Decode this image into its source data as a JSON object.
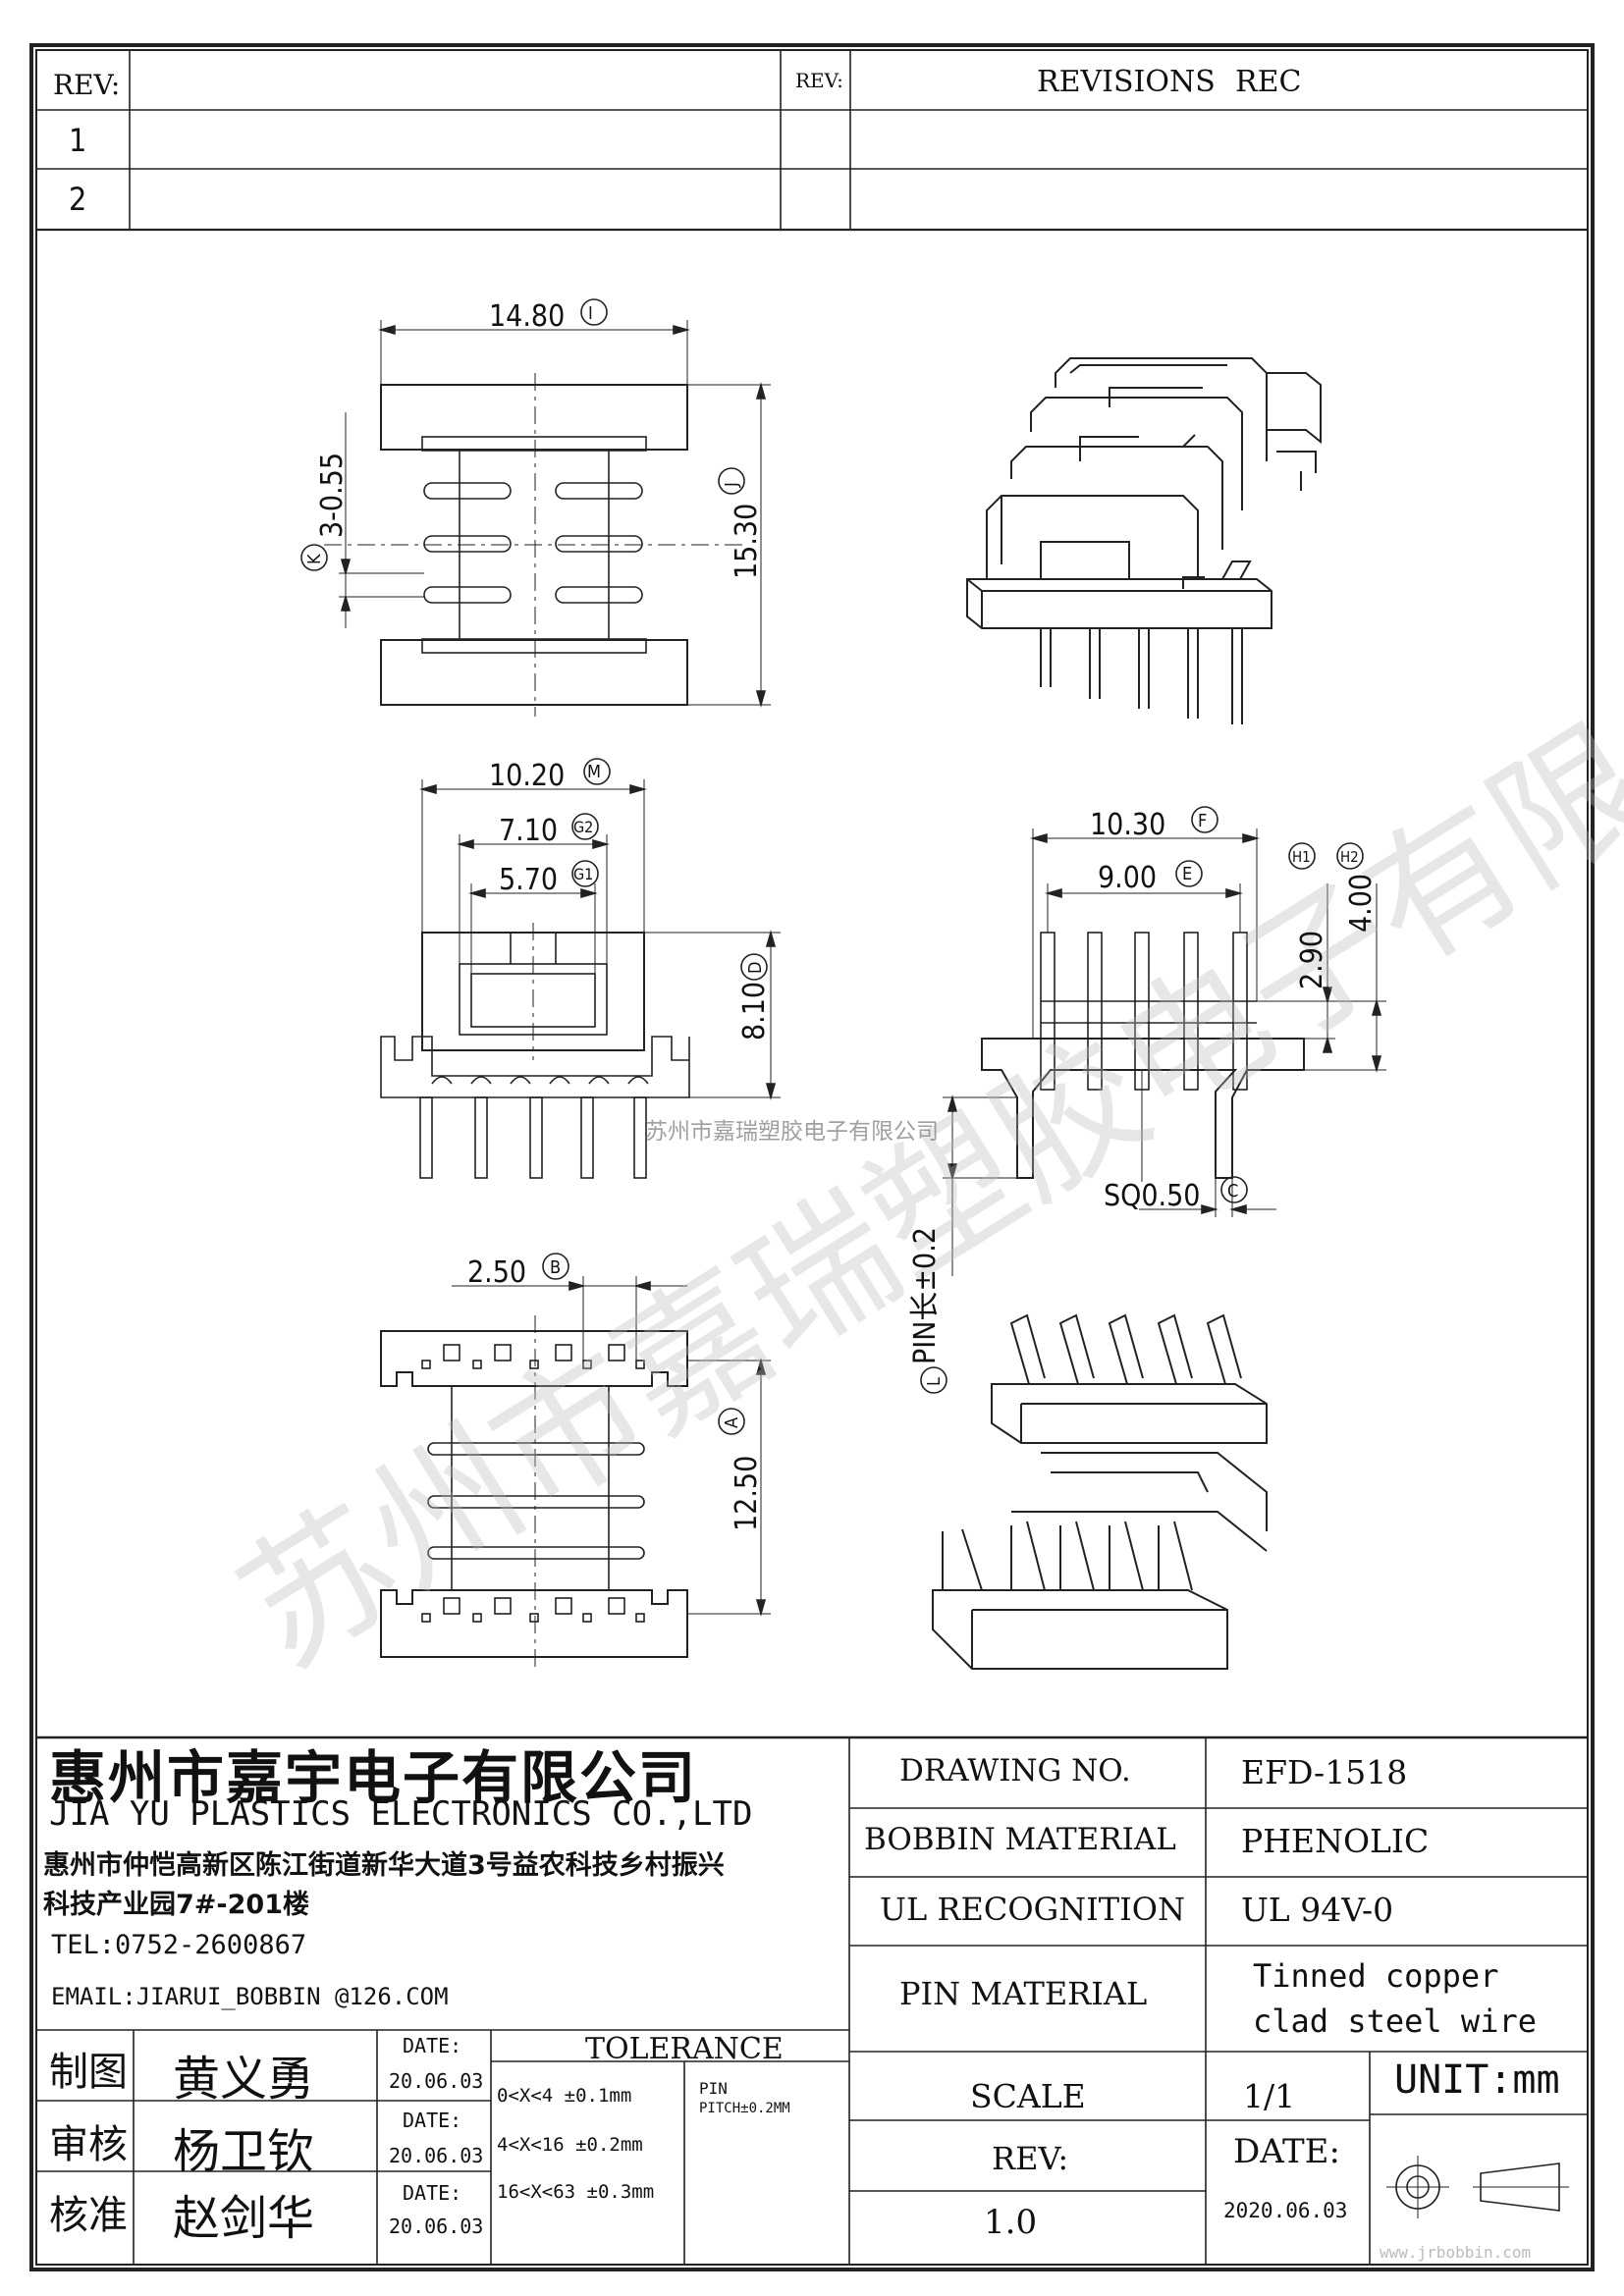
{
  "revision_block": {
    "rev_label": "REV:",
    "rev_label_small": "REV:",
    "revisions_label": "REVISIONS",
    "rec_label": "REC",
    "rows": [
      "1",
      "2"
    ]
  },
  "dimensions": {
    "top_width": "14.80",
    "top_width_ref": "I",
    "top_height": "15.30",
    "top_height_ref": "J",
    "slot_spec": "3-0.55",
    "slot_ref": "K",
    "mid_outer": "10.20",
    "mid_outer_ref": "M",
    "mid_g2": "7.10",
    "mid_g2_ref": "G2",
    "mid_g1": "5.70",
    "mid_g1_ref": "G1",
    "mid_height": "8.10",
    "mid_height_ref": "D",
    "side_width": "10.30",
    "side_width_ref": "F",
    "side_pitch_span": "9.00",
    "side_pitch_ref": "E",
    "side_h1": "2.90",
    "side_h1_ref": "H1",
    "side_h2": "4.00",
    "side_h2_ref": "H2",
    "pin_square": "SQ0.50",
    "pin_square_ref": "C",
    "pin_length": "PIN长±0.2",
    "pin_length_ref": "L",
    "bottom_pitch": "2.50",
    "bottom_pitch_ref": "B",
    "bottom_height": "12.50",
    "bottom_height_ref": "A"
  },
  "watermark": {
    "diagonal_text": "苏州市嘉瑞塑胶电子有限公司",
    "center_text": "苏州市嘉瑞塑胶电子有限公司",
    "corner_url": "www.jrbobbin.com"
  },
  "company": {
    "name_cn": "惠州市嘉宇电子有限公司",
    "name_en": "JIA YU PLASTICS ELECTRONICS CO.,LTD",
    "address_line1": "惠州市仲恺高新区陈江街道新华大道3号益农科技乡村振兴",
    "address_line2": "科技产业园7#-201楼",
    "tel": "TEL:0752-2600867",
    "email": "EMAIL:JIARUI_BOBBIN @126.COM"
  },
  "signoff": [
    {
      "role": "制图",
      "name": "黄义勇",
      "date_label": "DATE:",
      "date": "20.06.03"
    },
    {
      "role": "审核",
      "name": "杨卫钦",
      "date_label": "DATE:",
      "date": "20.06.03"
    },
    {
      "role": "核准",
      "name": "赵剑华",
      "date_label": "DATE:",
      "date": "20.06.03"
    }
  ],
  "tolerance": {
    "title": "TOLERANCE",
    "rows": [
      "0<X<4  ±0.1mm",
      "4<X<16 ±0.2mm",
      "16<X<63 ±0.3mm"
    ],
    "pin_label": "PIN",
    "pin_pitch": "PITCH±0.2MM"
  },
  "spec": {
    "drawing_no_label": "DRAWING  NO.",
    "drawing_no": "EFD-1518",
    "material_label": "BOBBIN  MATERIAL",
    "material": "PHENOLIC",
    "ul_label": "UL RECOGNITION",
    "ul": "UL 94V-0",
    "pin_material_label": "PIN MATERIAL",
    "pin_material_line1": "Tinned copper",
    "pin_material_line2": "clad steel wire",
    "scale_label": "SCALE",
    "scale": "1/1",
    "unit": "UNIT:mm",
    "rev_label": "REV:",
    "rev": "1.0",
    "date_label": "DATE:",
    "date": "2020.06.03"
  }
}
